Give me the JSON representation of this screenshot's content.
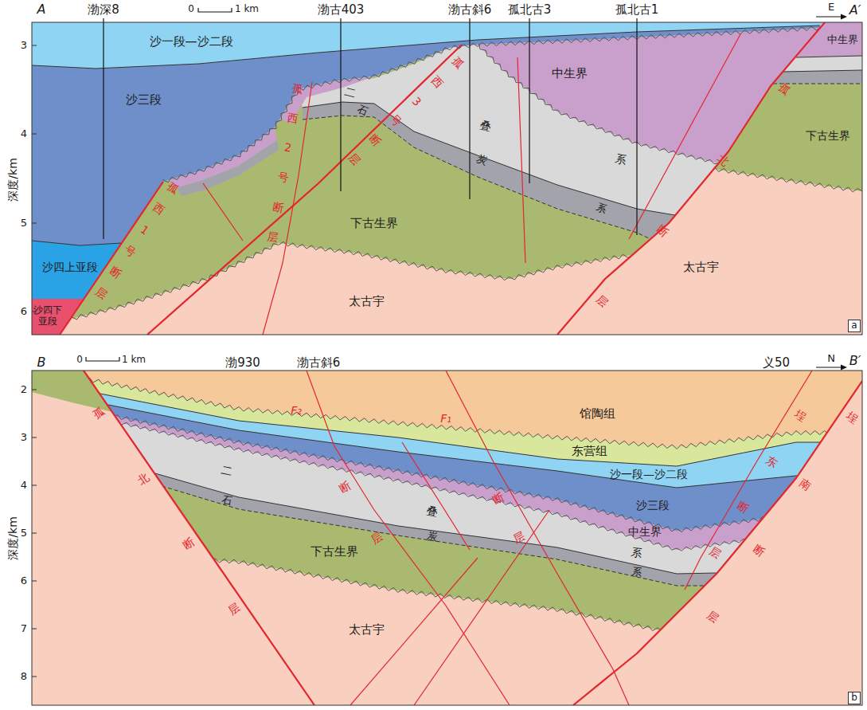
{
  "diagram": {
    "labels": [
      "A",
      "渤深8",
      "0",
      "1 km",
      "渤古403",
      "渤古斜6",
      "孤北古3",
      "孤北古1",
      "E",
      "A′",
      "深度/km",
      "3",
      "4",
      "5",
      "6",
      "沙一段—沙二段",
      "沙三段",
      "沙四上亚段",
      "沙四下亚段",
      "中生界",
      "中生界",
      "二叠系",
      "石炭系",
      "下古生界",
      "下古生界",
      "太古宇",
      "太古宇",
      "孤西1号断层",
      "孤西2号断层",
      "孤西3号断层",
      "孤北断层",
      "a",
      "B",
      "0",
      "1 km",
      "渤930",
      "渤古斜6",
      "义50",
      "N",
      "B′",
      "深度/km",
      "2",
      "3",
      "4",
      "5",
      "6",
      "7",
      "8",
      "馆陶组",
      "东营组",
      "沙一段—沙二段",
      "沙三段",
      "中生界",
      "二叠系",
      "石炭系",
      "下古生界",
      "太古宇",
      "孤北断层",
      "F₂",
      "F₁",
      "断层",
      "断层",
      "埕东断层",
      "埕南断层",
      "b"
    ]
  }
}
